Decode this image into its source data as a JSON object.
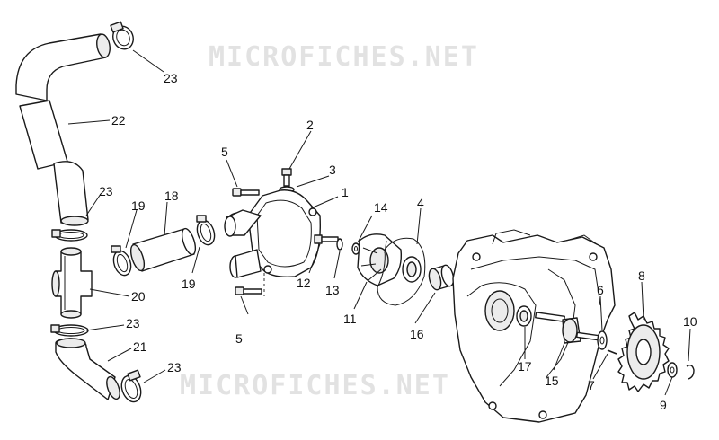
{
  "watermarks": [
    "MICROFICHES.NET",
    "MICROFICHES.NET"
  ],
  "callouts": {
    "c1": "1",
    "c2": "2",
    "c3": "3",
    "c4": "4",
    "c5a": "5",
    "c5b": "5",
    "c6": "6",
    "c7": "7",
    "c8": "8",
    "c9": "9",
    "c10": "10",
    "c11": "11",
    "c12": "12",
    "c13": "13",
    "c14": "14",
    "c15": "15",
    "c16": "16",
    "c17": "17",
    "c18": "18",
    "c19a": "19",
    "c19b": "19",
    "c20": "20",
    "c21": "21",
    "c22": "22",
    "c23a": "23",
    "c23b": "23",
    "c23c": "23",
    "c23d": "23"
  },
  "colors": {
    "line": "#1a1a1a",
    "watermark": "#e2e2e2",
    "background": "#ffffff"
  }
}
